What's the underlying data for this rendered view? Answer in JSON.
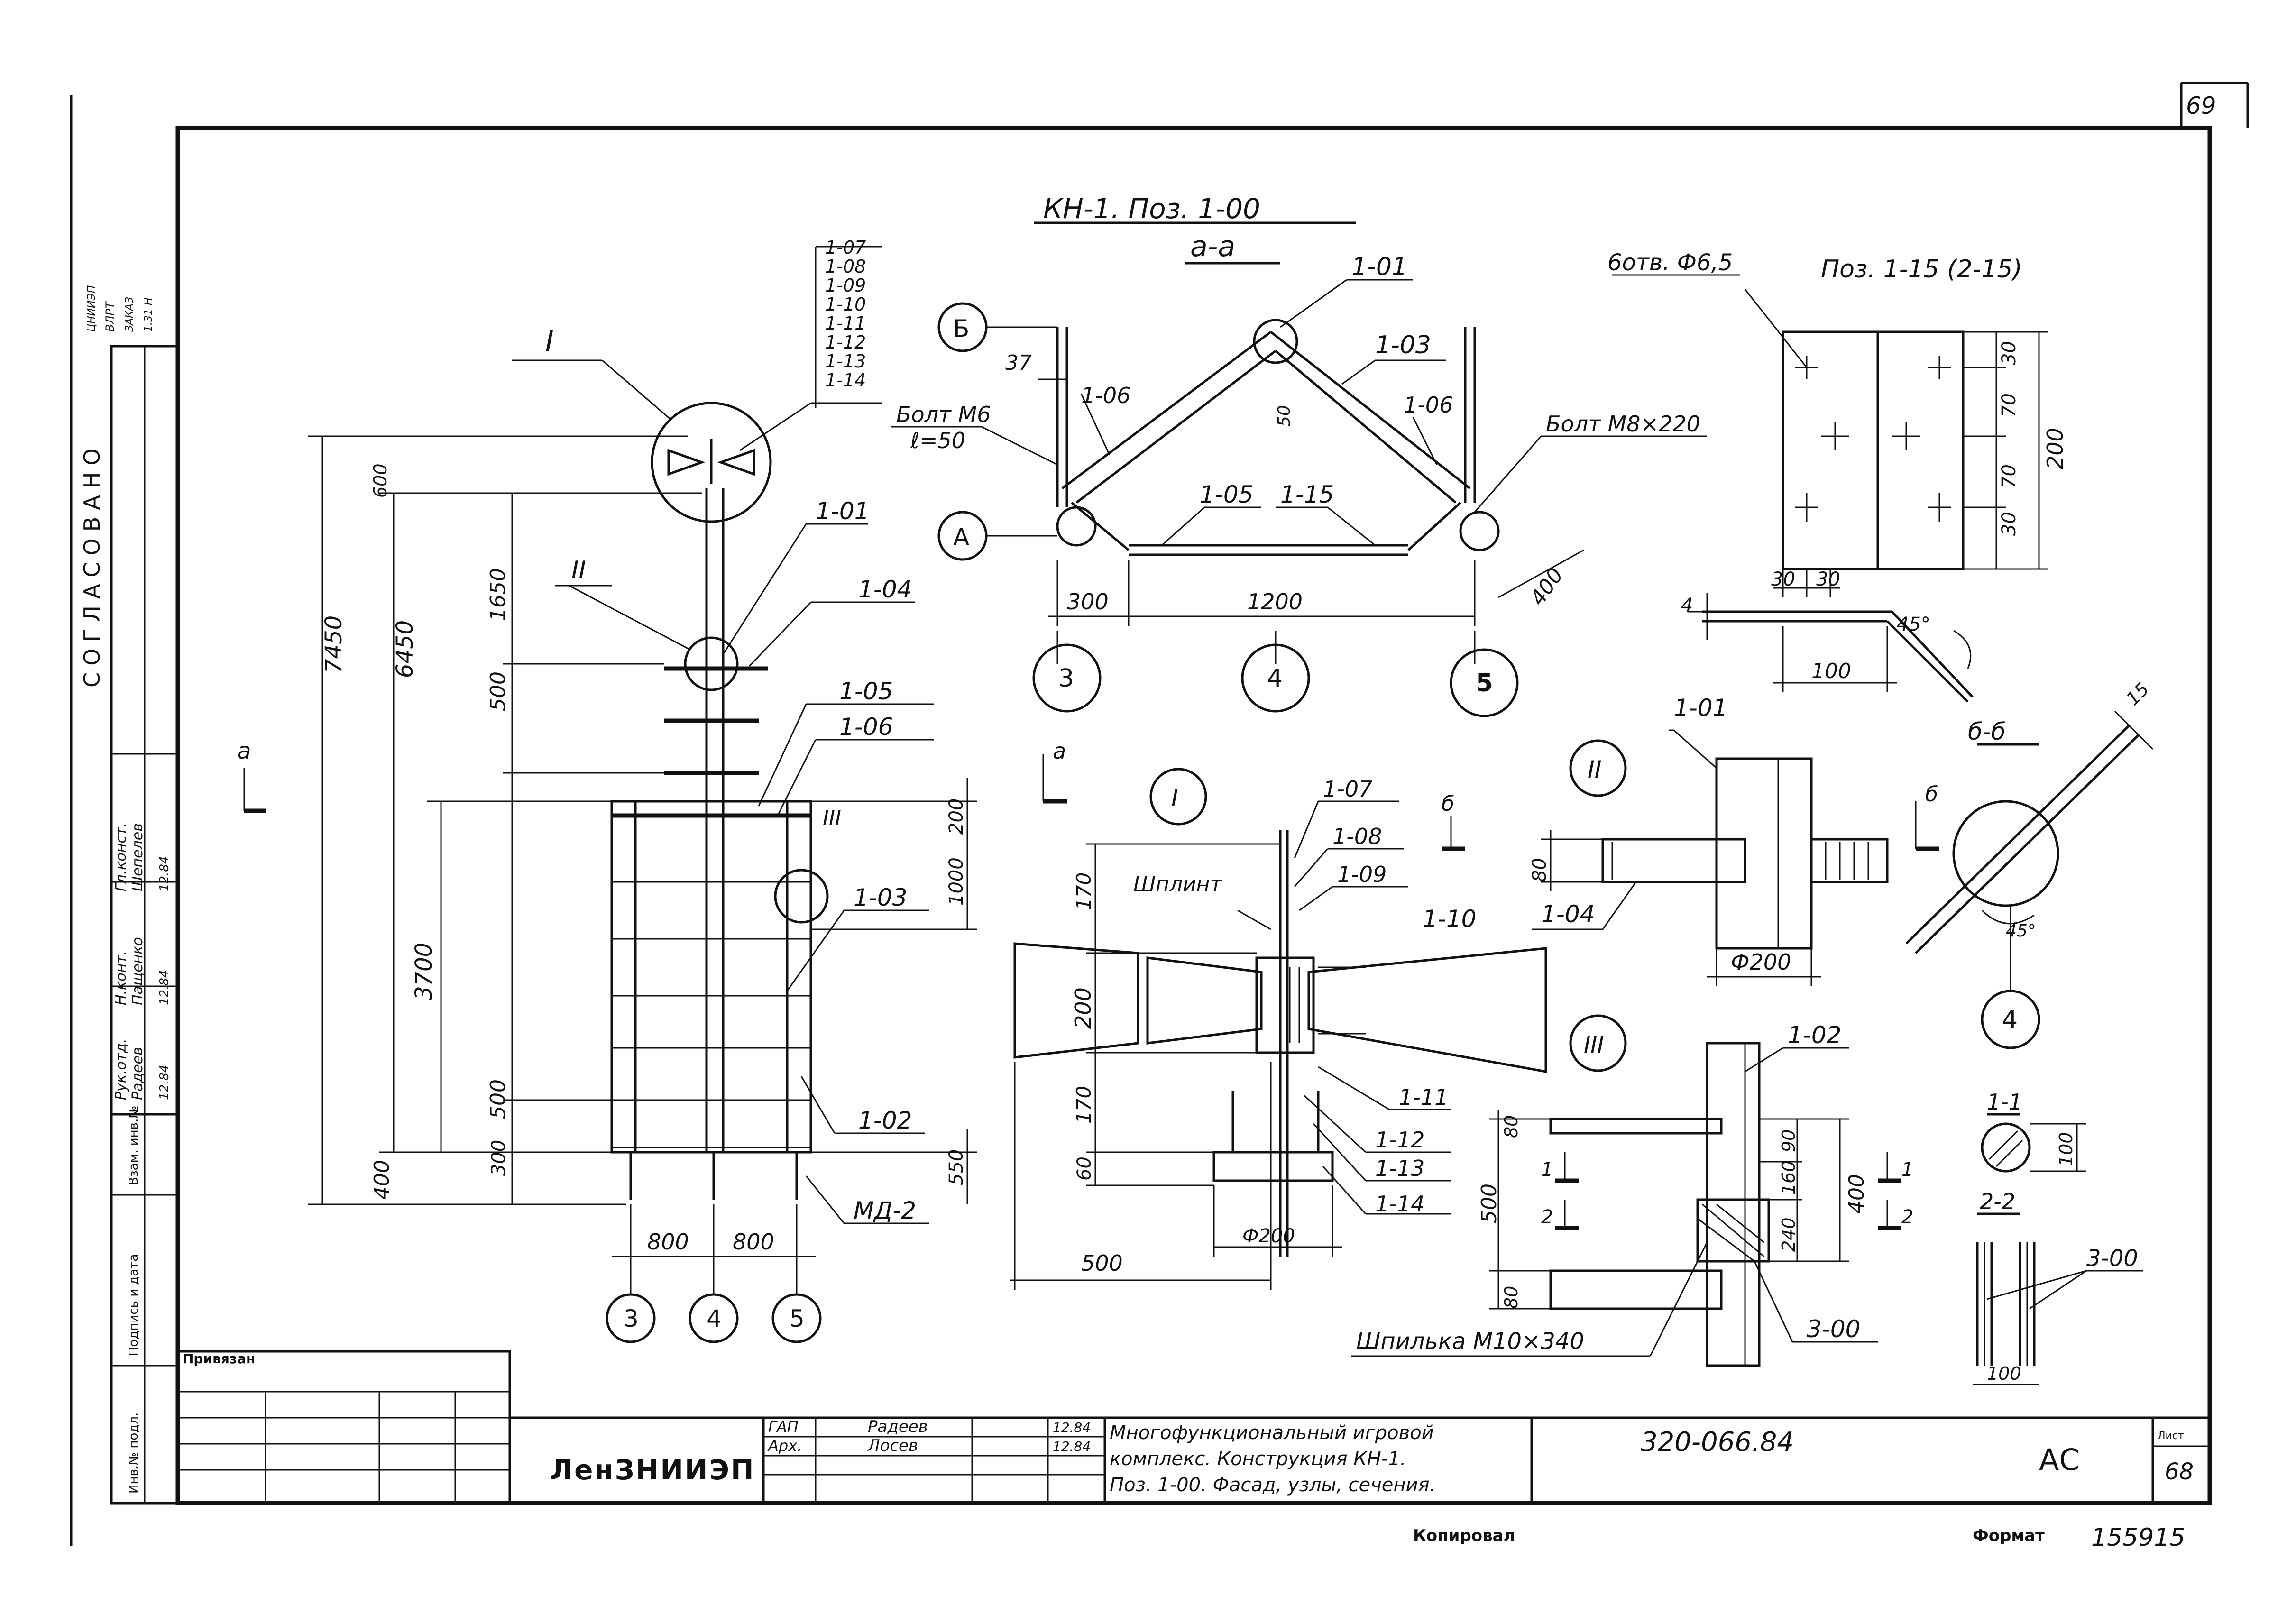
{
  "sheet_number": "69",
  "title": "КН-1. Поз. 1-00",
  "approval_column": "СОГЛАСОВАНО",
  "side_stamp": [
    "ЦНИИЭП",
    "ВЛРТ",
    "ЗАКАЗ",
    "1.31 Н"
  ],
  "side_labels": [
    "Инв.№ подл.",
    "Подпись и дата",
    "Взам. инв.№"
  ],
  "signatures": [
    {
      "role": "Рук.отд.",
      "name": "Радеев",
      "date": "12.84"
    },
    {
      "role": "Н.конт.",
      "name": "Пащенко",
      "date": "12.84"
    },
    {
      "role": "Гл.конст.",
      "name": "Шепелев",
      "date": "12.84"
    }
  ],
  "views": {
    "facade": {
      "label_a": "а",
      "callouts": [
        "I",
        "II",
        "III"
      ],
      "parts": [
        "1-01",
        "1-04",
        "1-05",
        "1-06",
        "1-03",
        "1-02",
        "МД-2"
      ],
      "parts_stack": [
        "1-07",
        "1-08",
        "1-09",
        "1-10",
        "1-11",
        "1-12",
        "1-13",
        "1-14"
      ],
      "dims_left": [
        "7450",
        "6450",
        "3700",
        "400"
      ],
      "dims_inner": [
        "600",
        "1650",
        "500",
        "500",
        "300"
      ],
      "dims_right": [
        "200",
        "1000",
        "550"
      ],
      "dims_bottom": [
        "800",
        "800"
      ],
      "axes": [
        "3",
        "4",
        "5"
      ]
    },
    "section_aa": {
      "label": "а-а",
      "parts": [
        "1-01",
        "1-03",
        "1-06",
        "1-06",
        "1-05",
        "1-15"
      ],
      "bolts": [
        "Болт М6",
        "ℓ=50",
        "Болт М8×220"
      ],
      "circles": [
        "Б",
        "А"
      ],
      "dims": [
        "37",
        "50",
        "300",
        "1200",
        "400"
      ],
      "axes": [
        "3",
        "4",
        "5"
      ]
    },
    "pos115": {
      "title": "Поз. 1-15 (2-15)",
      "holes": "6отв. Ф6,5",
      "dims_v": [
        "30",
        "70",
        "70",
        "30",
        "200"
      ],
      "dims_h": [
        "30",
        "30"
      ],
      "bend": [
        "4",
        "100",
        "45°"
      ]
    },
    "node1": {
      "label": "I",
      "parts": [
        "1-07",
        "1-08",
        "1-09",
        "1-10",
        "1-11",
        "1-12",
        "1-13",
        "1-14"
      ],
      "pin": "Шплинт",
      "dims": [
        "170",
        "200",
        "170",
        "60",
        "500",
        "Ф200"
      ],
      "label_a": "а"
    },
    "node2": {
      "label": "II",
      "parts": [
        "1-01",
        "1-04"
      ],
      "dims": [
        "80",
        "Ф200"
      ],
      "label_b": "б"
    },
    "section_bb": {
      "label": "б-б",
      "dims": [
        "15",
        "45°"
      ],
      "axis": "4"
    },
    "node3": {
      "label": "III",
      "parts": [
        "1-02",
        "3-00"
      ],
      "stud": "Шпилька М10×340",
      "dims": [
        "80",
        "90",
        "160",
        "240",
        "400",
        "500",
        "80"
      ],
      "cuts": [
        "1",
        "1",
        "2",
        "2"
      ]
    },
    "section11": {
      "label": "1-1",
      "dim": "100"
    },
    "section22": {
      "label": "2-2",
      "dim": "100",
      "part": "3-00"
    }
  },
  "title_block": {
    "bound_label": "Привязан",
    "org": "ЛенЗНИИЭП",
    "rows": [
      {
        "role": "ГАП",
        "name": "Радеев",
        "date": "12.84"
      },
      {
        "role": "Арх.",
        "name": "Лосев",
        "date": "12.84"
      }
    ],
    "description": [
      "Многофункциональный игровой",
      "комплекс. Конструкция КН-1.",
      "Поз. 1-00. Фасад, узлы, сечения."
    ],
    "doc_code": "320-066.84",
    "stage": "АС",
    "sheet_label": "Лист",
    "sheet": "68"
  },
  "footer": {
    "copied": "Копировал",
    "format_label": "Формат",
    "format_value": "155915"
  }
}
